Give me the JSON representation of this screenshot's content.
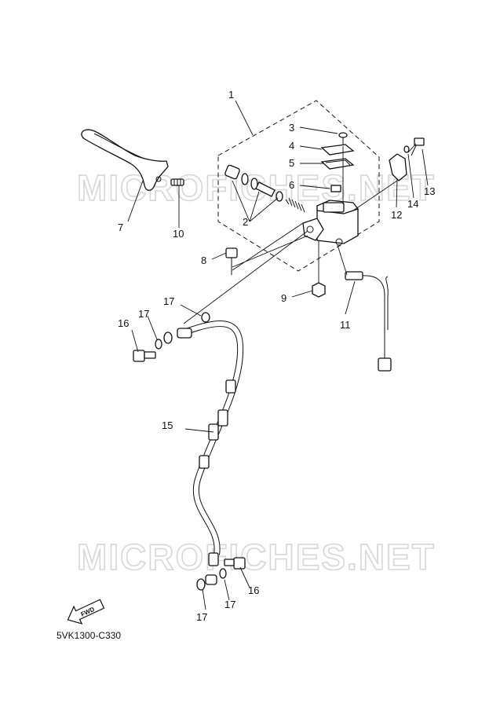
{
  "watermark": "MICROFICHES.NET",
  "diagram_code": "5VK1300-C330",
  "fwd_label": "FWD",
  "callouts": {
    "c1": "1",
    "c2": "2",
    "c3": "3",
    "c4": "4",
    "c5": "5",
    "c6": "6",
    "c7": "7",
    "c8": "8",
    "c9": "9",
    "c10": "10",
    "c11": "11",
    "c12": "12",
    "c13": "13",
    "c14": "14",
    "c15": "15",
    "c16a": "16",
    "c16b": "16",
    "c17a": "17",
    "c17b": "17",
    "c17c": "17",
    "c17d": "17"
  }
}
